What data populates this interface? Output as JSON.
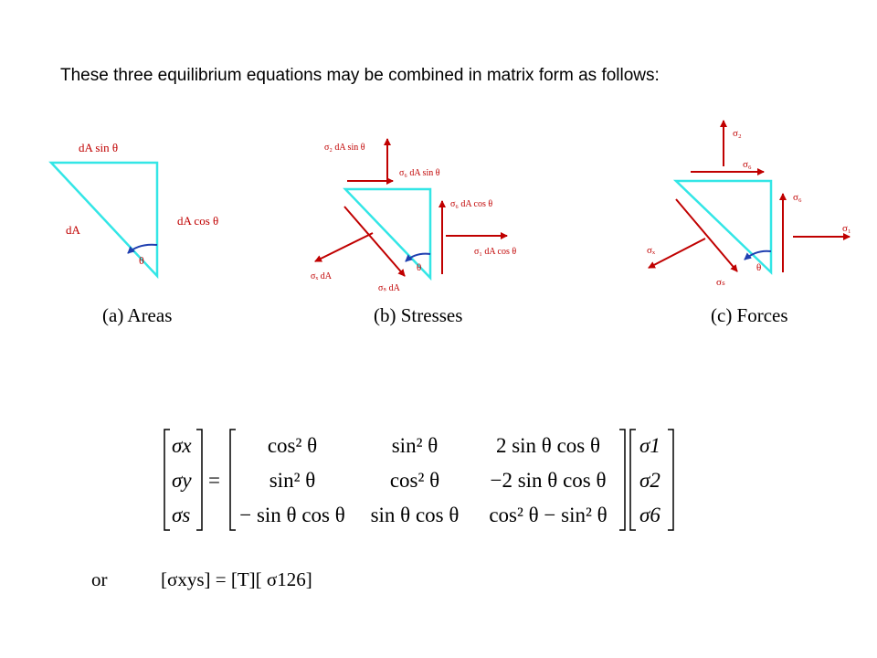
{
  "heading": "These three equilibrium equations may be combined in matrix  form as follows:",
  "colors": {
    "triangle": "#33e6e6",
    "arrow": "#c00000",
    "angle": "#1f3fb0",
    "text": "#000000"
  },
  "figures": {
    "areas": {
      "caption": "(a) Areas",
      "labels": {
        "top": "dA sin θ",
        "hyp": "dA",
        "right": "dA cos θ",
        "theta": "θ"
      }
    },
    "stresses": {
      "caption": "(b) Stresses",
      "labels": {
        "s2": "σ₂ dA sin θ",
        "s6top": "σ₆ dA sin θ",
        "s6right": "σ₆ dA cos θ",
        "s1": "σ₁ dA cos θ",
        "sx": "σₓ dA",
        "ss": "σₛ dA",
        "theta": "θ"
      }
    },
    "forces": {
      "caption": "(c) Forces",
      "labels": {
        "s2": "σ₂",
        "s6top": "σ₆",
        "s6right": "σ₆",
        "s1": "σ₁",
        "sx": "σₓ",
        "ss": "σₛ",
        "theta": "θ"
      }
    }
  },
  "matrix": {
    "lhs": [
      "σx",
      "σy",
      "σs"
    ],
    "rows": [
      [
        "cos² θ",
        "sin² θ",
        "2 sin θ cos θ"
      ],
      [
        "sin² θ",
        "cos² θ",
        "−2 sin θ cos θ"
      ],
      [
        "− sin θ cos θ",
        "sin θ cos θ",
        "cos² θ − sin² θ"
      ]
    ],
    "rhs": [
      "σ1",
      "σ2",
      "σ6"
    ],
    "equals": "="
  },
  "compact": {
    "or": "or",
    "equation": "[σxys] = [T][ σ126]"
  }
}
